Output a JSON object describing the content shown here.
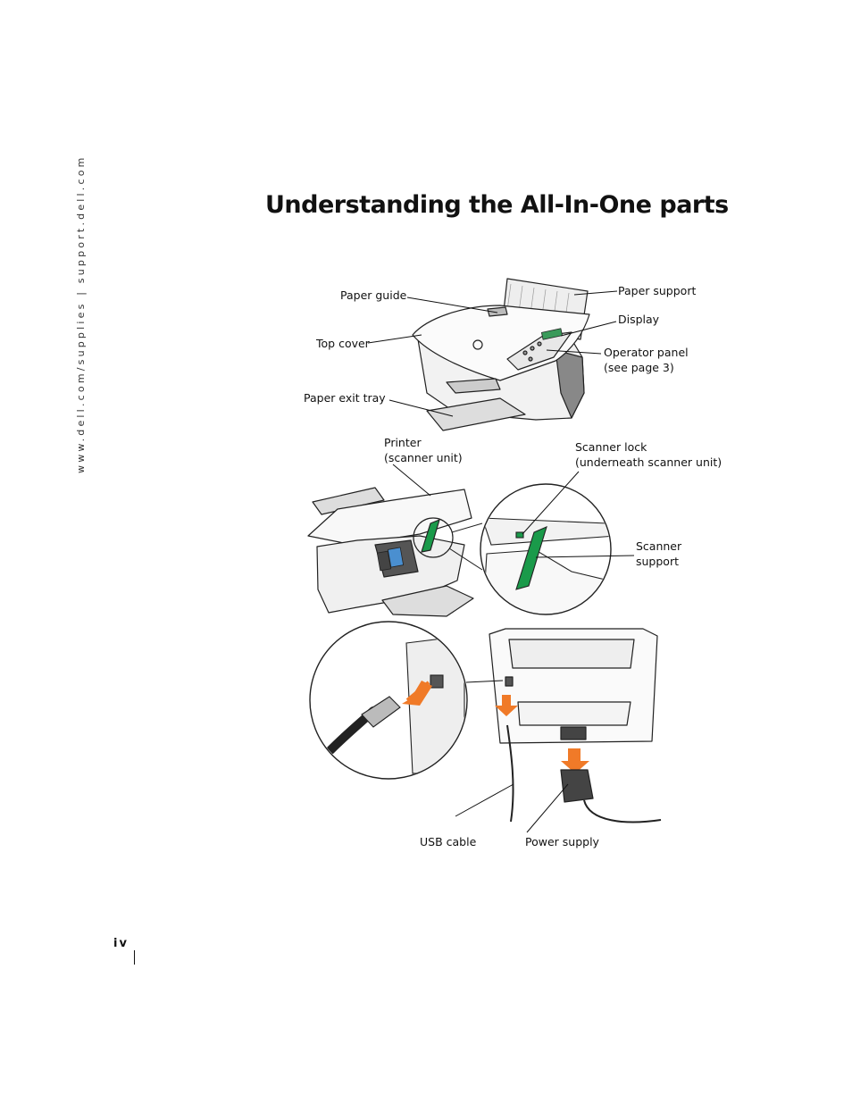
{
  "side_url": "www.dell.com/supplies | support.dell.com",
  "title": "Understanding the All-In-One parts",
  "labels": {
    "paper_guide": "Paper guide",
    "paper_support": "Paper support",
    "display": "Display",
    "top_cover": "Top cover",
    "operator_panel_1": "Operator panel",
    "operator_panel_2": "(see page 3)",
    "paper_exit_tray": "Paper exit tray",
    "printer_1": "Printer",
    "printer_2": "(scanner unit)",
    "scanner_lock_1": "Scanner lock",
    "scanner_lock_2": "(underneath scanner unit)",
    "scanner_support_1": "Scanner",
    "scanner_support_2": "support",
    "usb_cable": "USB cable",
    "power_supply": "Power supply"
  },
  "page_number": "iv",
  "colors": {
    "accent_green": "#1a9a4a",
    "accent_orange": "#f07a28",
    "cartridge_blue": "#4a8fd0"
  }
}
